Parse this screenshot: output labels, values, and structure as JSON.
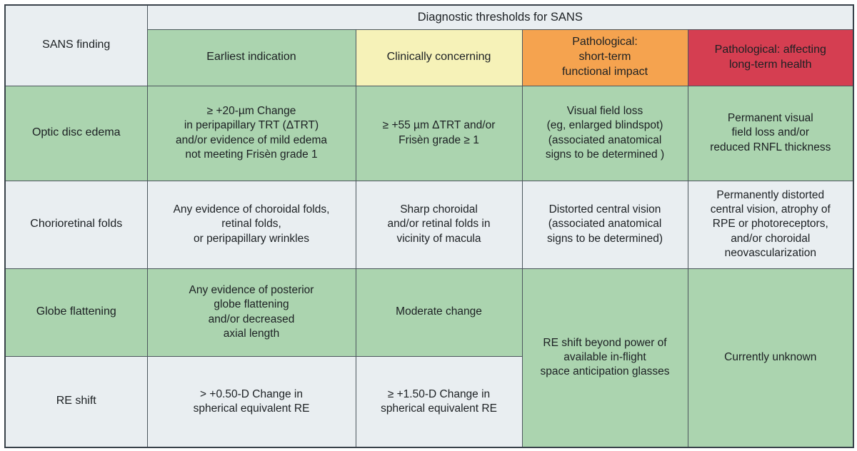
{
  "colors": {
    "earliest_indication": "#abd4af",
    "clinically_concerning": "#f6f2b8",
    "pathological_short_term": "#f5a34f",
    "pathological_long_term": "#d53e51",
    "neutral_cell": "#e9eef1",
    "grid_border": "#4c565d",
    "text": "#1c2023"
  },
  "table": {
    "corner_header": "SANS finding",
    "group_header": "Diagnostic thresholds for SANS",
    "column_headers": [
      {
        "label": "Earliest indication"
      },
      {
        "label": "Clinically concerning"
      },
      {
        "label": "Pathological:\nshort-term\nfunctional impact"
      },
      {
        "label": "Pathological: affecting\nlong-term health"
      }
    ],
    "rows": [
      {
        "finding": "Optic disc edema",
        "cells": [
          "≥ +20-µm Change\nin peripapillary TRT (ΔTRT)\nand/or evidence of mild edema\nnot meeting Frisèn grade 1",
          "≥ +55 µm ΔTRT and/or\nFrisèn grade ≥ 1",
          "Visual field loss\n(eg, enlarged blindspot)\n(associated anatomical\nsigns to be determined )",
          "Permanent visual\nfield loss and/or\nreduced RNFL thickness"
        ]
      },
      {
        "finding": "Chorioretinal folds",
        "cells": [
          "Any evidence of choroidal folds,\nretinal folds,\nor peripapillary wrinkles",
          "Sharp choroidal\nand/or retinal folds in\nvicinity of macula",
          "Distorted central vision\n(associated anatomical\nsigns to be determined)",
          "Permanently distorted\ncentral vision, atrophy of\nRPE or photoreceptors,\nand/or choroidal\nneovascularization"
        ]
      },
      {
        "finding": "Globe flattening",
        "cells": [
          "Any evidence of posterior\nglobe flattening\nand/or decreased\naxial length",
          "Moderate change",
          "RE shift beyond power of\navailable in-flight\nspace anticipation glasses",
          "Currently unknown"
        ]
      },
      {
        "finding": "RE shift",
        "cells": [
          "> +0.50-D Change in\nspherical equivalent RE",
          "≥ +1.50-D Change in\nspherical equivalent RE"
        ]
      }
    ]
  }
}
